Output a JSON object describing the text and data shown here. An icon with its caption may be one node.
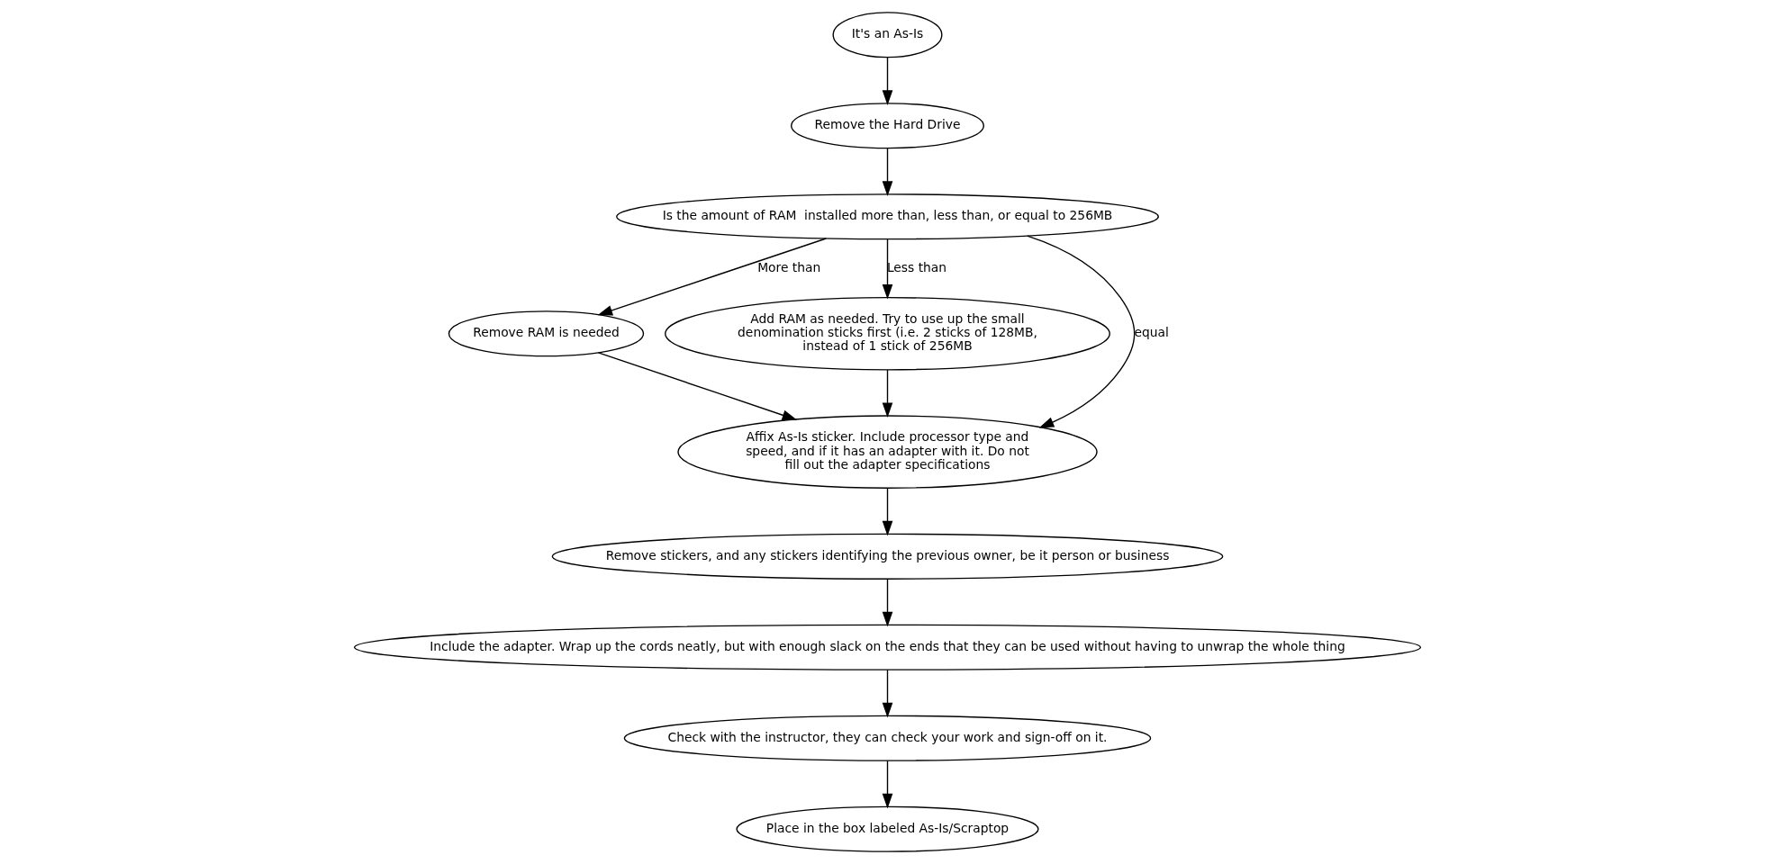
{
  "diagram": {
    "nodes": [
      {
        "text": [
          "It's an As-Is"
        ]
      },
      {
        "text": [
          "Remove the Hard Drive"
        ]
      },
      {
        "text": [
          "Is the amount of RAM  installed more than, less than, or equal to 256MB"
        ]
      },
      {
        "text": [
          "Remove RAM is needed"
        ]
      },
      {
        "text": [
          "Add RAM as needed. Try to use up the small denomination sticks first (i.e. 2 sticks of 128MB, instead of 1 stick of 256MB"
        ]
      },
      {
        "text": [
          "Affix As-Is sticker. Include processor type and speed, and if it has an adapter with it. Do not fill out the adapter specifications"
        ]
      },
      {
        "text": [
          "Remove stickers, and any stickers identifying the previous owner, be it person or business"
        ]
      },
      {
        "text": [
          "Include the adapter. Wrap up the cords neatly, but with enough slack on the ends that they can be used without having to unwrap the whole thing"
        ]
      },
      {
        "text": [
          "Check with the instructor, they can check your work and sign-off on it."
        ]
      },
      {
        "text": [
          "Place in the box labeled As-Is/Scraptop"
        ]
      }
    ],
    "edges": [
      {
        "from": 0,
        "to": 1,
        "arrow": "to"
      },
      {
        "from": 1,
        "to": 2,
        "arrow": "to"
      },
      {
        "from": 2,
        "to": 3,
        "arrow": "to",
        "label": "More than"
      },
      {
        "from": 2,
        "to": 4,
        "arrow": "to",
        "label": "Less than"
      },
      {
        "from": 2,
        "to": 5,
        "arrow": "to",
        "label": "equal"
      },
      {
        "from": 3,
        "to": 5,
        "arrow": "to"
      },
      {
        "from": 4,
        "to": 5,
        "arrow": "to"
      },
      {
        "from": 5,
        "to": 6,
        "arrow": "to"
      },
      {
        "from": 6,
        "to": 7,
        "arrow": "to"
      },
      {
        "from": 7,
        "to": 8,
        "arrow": "to"
      },
      {
        "from": 8,
        "to": 9,
        "arrow": "to"
      }
    ]
  }
}
